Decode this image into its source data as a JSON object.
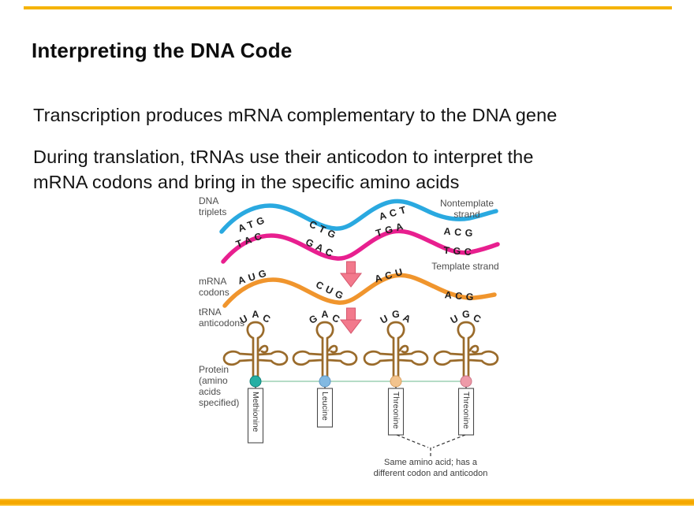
{
  "slide": {
    "title": "Interpreting the DNA Code",
    "body": {
      "para1": "Transcription produces mRNA complementary to the DNA gene",
      "para2_line1": "During translation, tRNAs use their anticodon to interpret the",
      "para2_line2": "mRNA codons and bring in the specific amino acids"
    }
  },
  "colors": {
    "accent_gold": "#F5A900",
    "nontemplate_blue": "#2AA9E0",
    "template_pink": "#E81F8F",
    "mrna_orange": "#F0952D",
    "trna_brown": "#9A6B2B",
    "arrow_pink": "#F2798C",
    "dot_methionine": "#25AFA4",
    "dot_leucine": "#82B9E2",
    "dot_threonine_1": "#F2C38D",
    "dot_threonine_2": "#ED9AA8"
  },
  "diagram": {
    "labels": {
      "dna": [
        "DNA",
        "triplets"
      ],
      "nontemplate": [
        "Nontemplate",
        "strand"
      ],
      "template": "Template strand",
      "mrna": [
        "mRNA",
        "codons"
      ],
      "trna": [
        "tRNA",
        "anticodons"
      ],
      "protein": [
        "Protein",
        "(amino",
        "acids",
        "specified)"
      ]
    },
    "dna_top_triplets": [
      "ATG",
      "CTG",
      "ACT",
      "ACG"
    ],
    "dna_bottom_triplets": [
      "TAC",
      "GAC",
      "TGA",
      "TGC"
    ],
    "mrna_codons": [
      "AUG",
      "CUG",
      "ACU",
      "ACG"
    ],
    "trna_anticodons": [
      "UAC",
      "GAC",
      "UGA",
      "UGC"
    ],
    "amino_acids": [
      "Methionine",
      "Leucine",
      "Threonine",
      "Threonine"
    ],
    "note": [
      "Same amino acid; has a",
      "different codon and anticodon"
    ]
  }
}
